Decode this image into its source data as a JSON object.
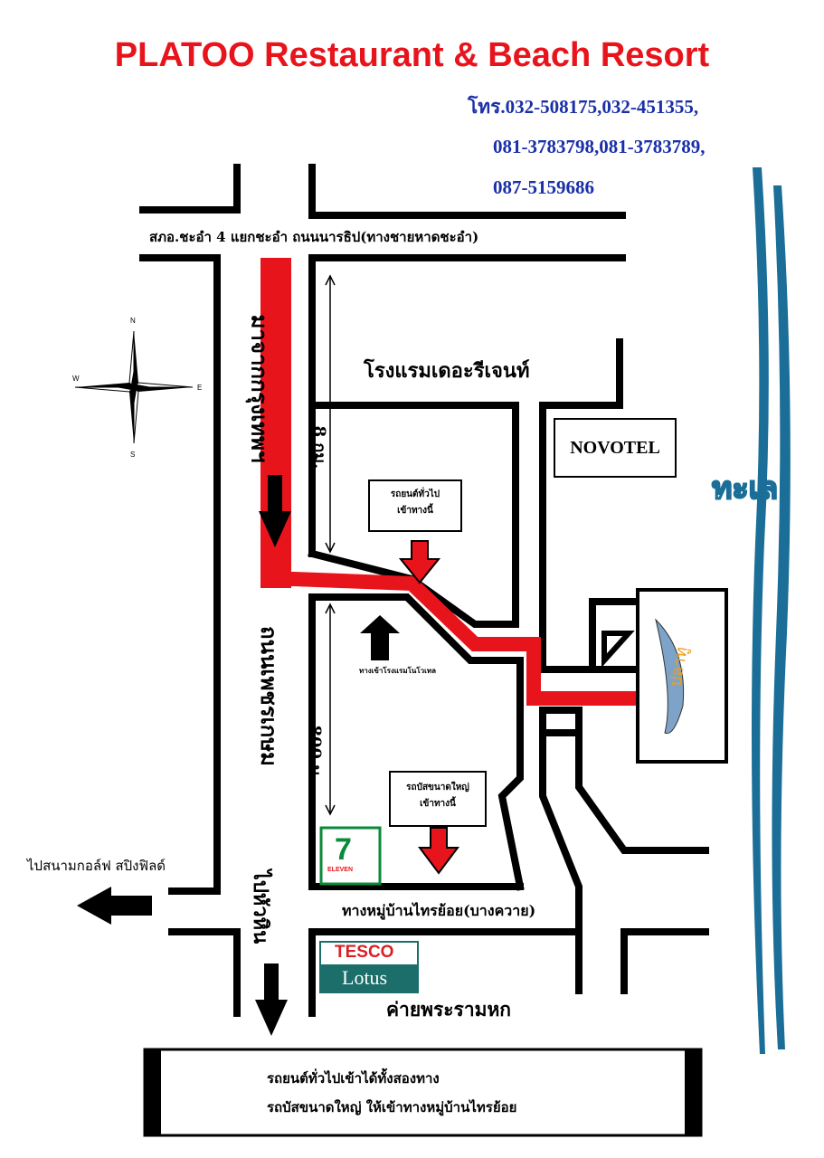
{
  "title": "PLATOO Restaurant & Beach Resort",
  "phones": [
    "โทร.032-508175,032-451355,",
    "081-3783798,081-3783789,",
    "087-5159686"
  ],
  "roads": {
    "top_road": "สภอ.ชะอำ 4 แยกชะอำ ถนนนารธิป(ทางชายหาดชะอำ)",
    "bottom_road": "ทางหมู่บ้านไทรย้อย(บางควาย)",
    "from_bangkok": "มาจากกรุงเทพฯ",
    "phetkasem": "ถนนเพชรเกษม",
    "to_huahin": "ไปหัวหิน",
    "to_golf": "ไปสนามกอล์ฟ สปิงฟิลด์",
    "dist_8km": "8 กม.",
    "dist_800m": "800 ม.",
    "camp": "ค่ายพระรามหก"
  },
  "landmarks": {
    "regent": "โรงแรมเดอะรีเจนท์",
    "novotel": "NOVOTEL",
    "sea": "ทะเล",
    "novotel_entrance": "ทางเข้าโรงแรมโนโวเทล",
    "seven_eleven": "ELEVEN",
    "tesco": "TESCO",
    "lotus": "Lotus"
  },
  "signs": {
    "cars_1": "รถยนต์ทั่วไป",
    "cars_2": "เข้าทางนี้",
    "bus_1": "รถบัสขนาดใหญ่",
    "bus_2": "เข้าทางนี้"
  },
  "compass": {
    "n": "N",
    "s": "S",
    "e": "E",
    "w": "W"
  },
  "footer": [
    "รถยนต์ทั่วไปเข้าได้ทั้งสองทาง",
    "รถบัสขนาดใหญ่ ให้เข้าทางหมู่บ้านไทรย้อย"
  ],
  "colors": {
    "route": "#e8141c",
    "title": "#e8141c",
    "phone": "#1a2fa8",
    "sea": "#1b6e97"
  }
}
